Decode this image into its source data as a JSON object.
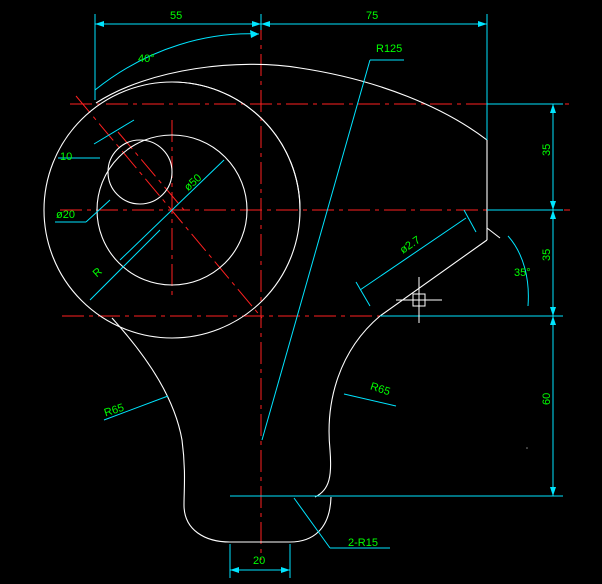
{
  "drawing": {
    "dimensions": {
      "top_left_width": "55",
      "top_right_width": "75",
      "angle_top": "40°",
      "arc_r125": "R125",
      "small_hole_offset": "10",
      "outer_dia": "ø50",
      "small_dia": "ø20",
      "radius_r": "R",
      "slot_width": "ø2.7",
      "slot_angle": "35°",
      "right_upper_height": "35",
      "right_middle_height": "35",
      "right_lower_height": "60",
      "left_fillet": "R65",
      "right_fillet": "R65",
      "bottom_fillets": "2-R15",
      "bottom_width": "20"
    },
    "colors": {
      "background": "#000000",
      "geometry": "#ffffff",
      "center_lines": "#ff2020",
      "dimension_lines": "#00e5ff",
      "dimension_text": "#00ff00"
    }
  }
}
